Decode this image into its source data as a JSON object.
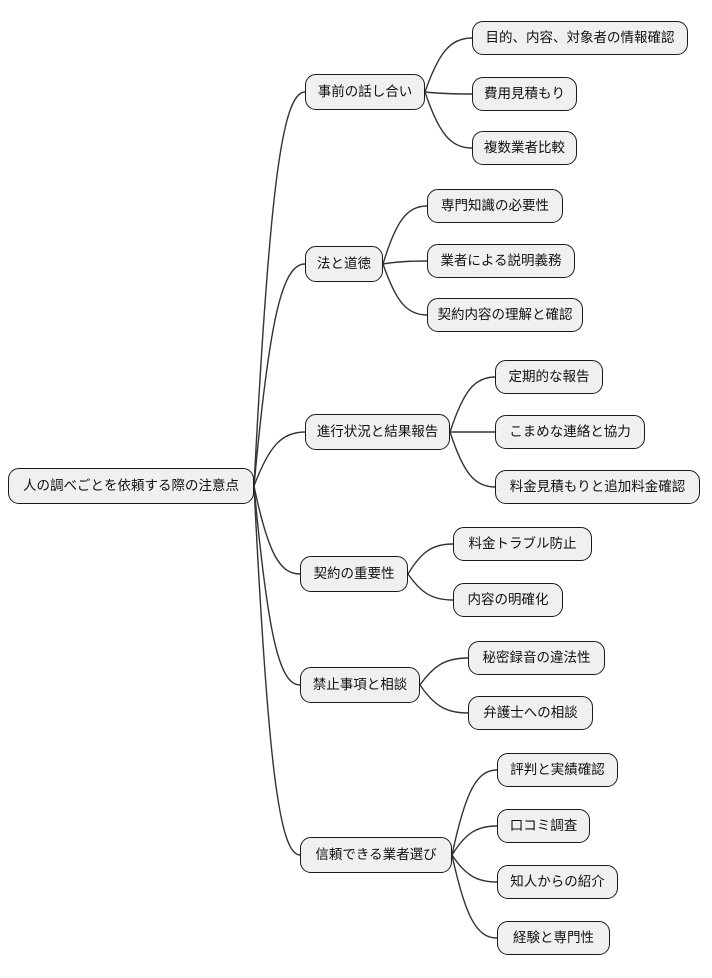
{
  "diagram": {
    "type": "mindmap",
    "style": {
      "background": "#ffffff",
      "node_fill": "#f0f0f0",
      "node_border": "#1a1a1a",
      "line_color": "#333333"
    },
    "root": {
      "label": "人の調べごとを依頼する際の注意点"
    },
    "branches": [
      {
        "label": "事前の話し合い",
        "children": [
          "目的、内容、対象者の情報確認",
          "費用見積もり",
          "複数業者比較"
        ]
      },
      {
        "label": "法と道徳",
        "children": [
          "専門知識の必要性",
          "業者による説明義務",
          "契約内容の理解と確認"
        ]
      },
      {
        "label": "進行状況と結果報告",
        "children": [
          "定期的な報告",
          "こまめな連絡と協力",
          "料金見積もりと追加料金確認"
        ]
      },
      {
        "label": "契約の重要性",
        "children": [
          "料金トラブル防止",
          "内容の明確化"
        ]
      },
      {
        "label": "禁止事項と相談",
        "children": [
          "秘密録音の違法性",
          "弁護士への相談"
        ]
      },
      {
        "label": "信頼できる業者選び",
        "children": [
          "評判と実績確認",
          "口コミ調査",
          "知人からの紹介",
          "経験と専門性"
        ]
      }
    ]
  }
}
